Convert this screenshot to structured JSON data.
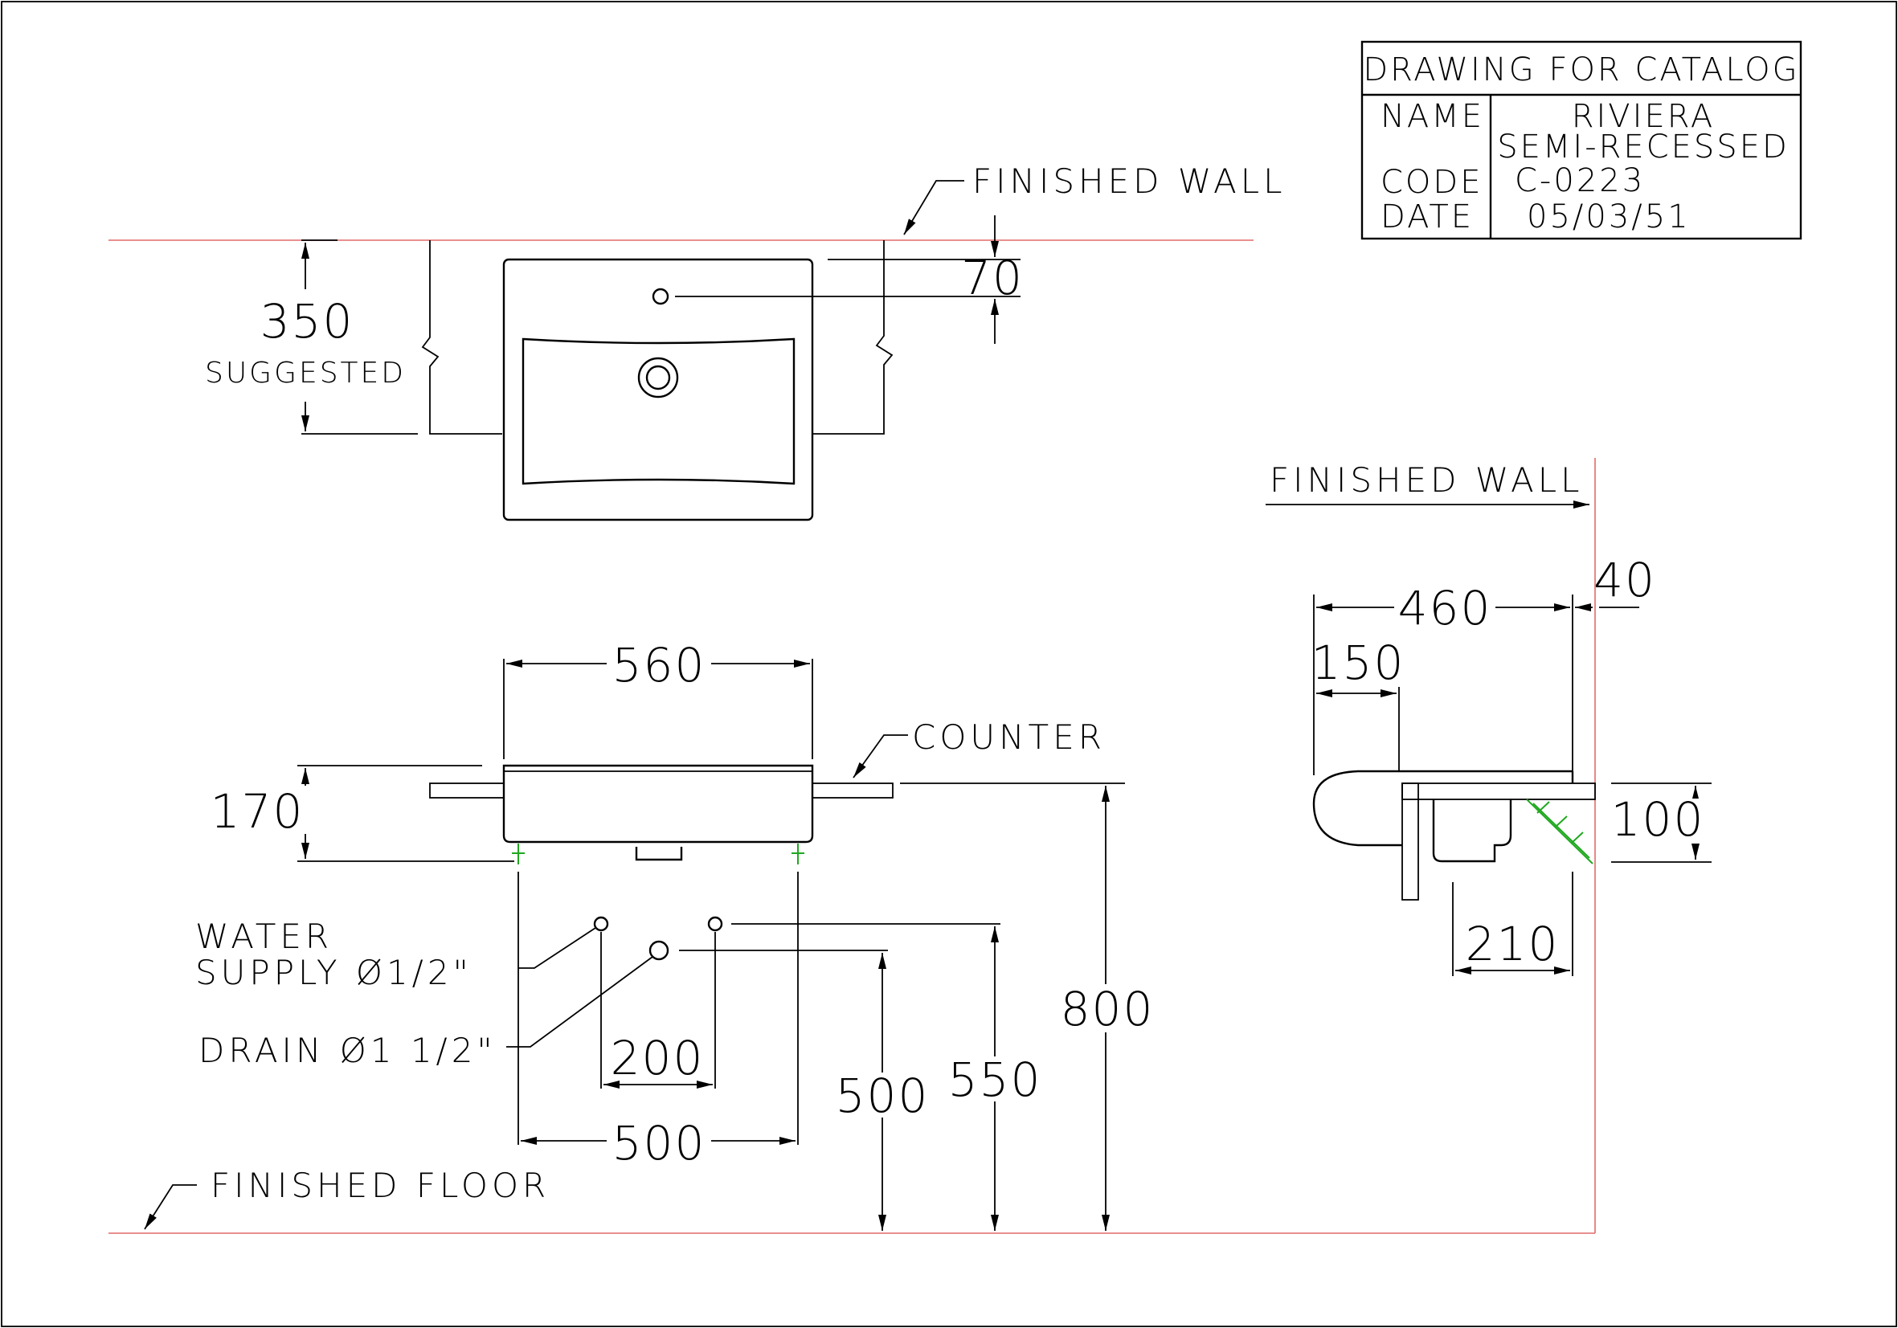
{
  "title_block": {
    "heading": "DRAWING FOR CATALOG",
    "name_label": "NAME",
    "name_value_1": "RIVIERA",
    "name_value_2": "SEMI-RECESSED",
    "code_label": "CODE",
    "code_value": "C-0223",
    "date_label": "DATE",
    "date_value": "05/03/51"
  },
  "labels": {
    "finished_wall_top": "FINISHED WALL",
    "finished_wall_side": "FINISHED WALL",
    "counter": "COUNTER",
    "finished_floor": "FINISHED FLOOR",
    "water_supply_1": "WATER",
    "water_supply_2": "SUPPLY Ø1/2\"",
    "drain": "DRAIN Ø1 1/2\"",
    "suggested": "SUGGESTED"
  },
  "dimensions": {
    "d350": "350",
    "d70": "70",
    "d560": "560",
    "d170": "170",
    "d800": "800",
    "d200": "200",
    "d500_horizontal": "500",
    "d500_vertical": "500",
    "d550": "550",
    "d460": "460",
    "d40": "40",
    "d150": "150",
    "d100": "100",
    "d210": "210"
  },
  "colors": {
    "line": "#000000",
    "reference_line": "#e26a6a",
    "fixing": "#1fa81f"
  }
}
